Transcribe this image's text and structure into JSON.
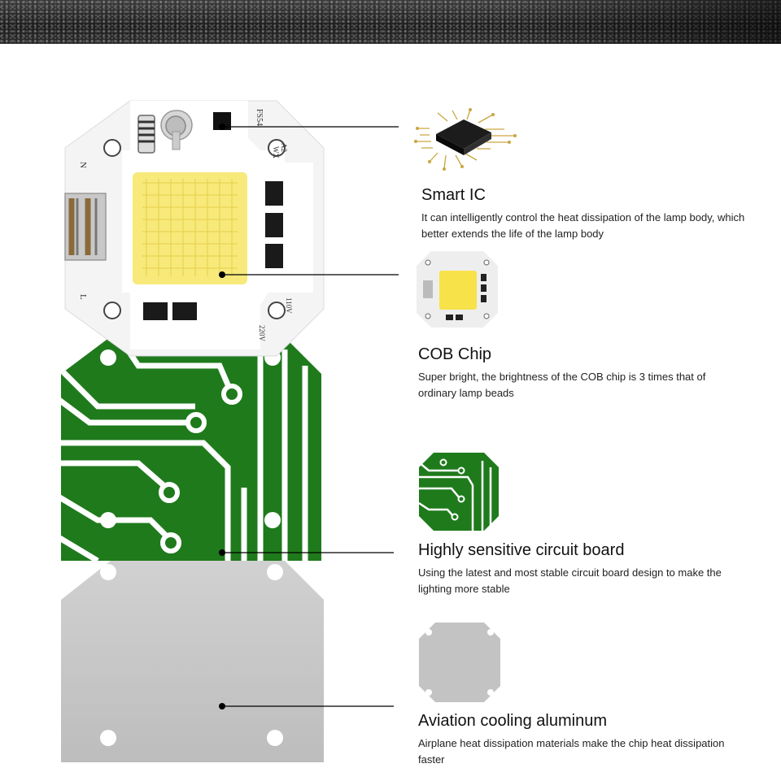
{
  "chip_labels": {
    "n": "N",
    "l": "L",
    "fs": "FS54",
    "a2": "A2",
    "wx": "WX",
    "v110": "110V",
    "v220": "220V"
  },
  "features": [
    {
      "title": "Smart IC",
      "description": "It can intelligently control the heat dissipation of the lamp body, which better extends the life of the lamp body",
      "icon": "ic-chip-icon"
    },
    {
      "title": "COB Chip",
      "description": "Super bright, the brightness of the COB chip is 3 times that of ordinary lamp beads",
      "icon": "cob-module-icon"
    },
    {
      "title": "Highly sensitive circuit board",
      "description": "Using the latest and most stable circuit board design to make the lighting more stable",
      "icon": "circuit-board-icon"
    },
    {
      "title": "Aviation cooling aluminum",
      "description": "Airplane heat dissipation materials make the chip heat dissipation faster",
      "icon": "aluminum-plate-icon"
    }
  ],
  "colors": {
    "pcb_green": "#1f7a1c",
    "cob_yellow": "#f7e97a",
    "aluminum": "#c9c9c9"
  }
}
